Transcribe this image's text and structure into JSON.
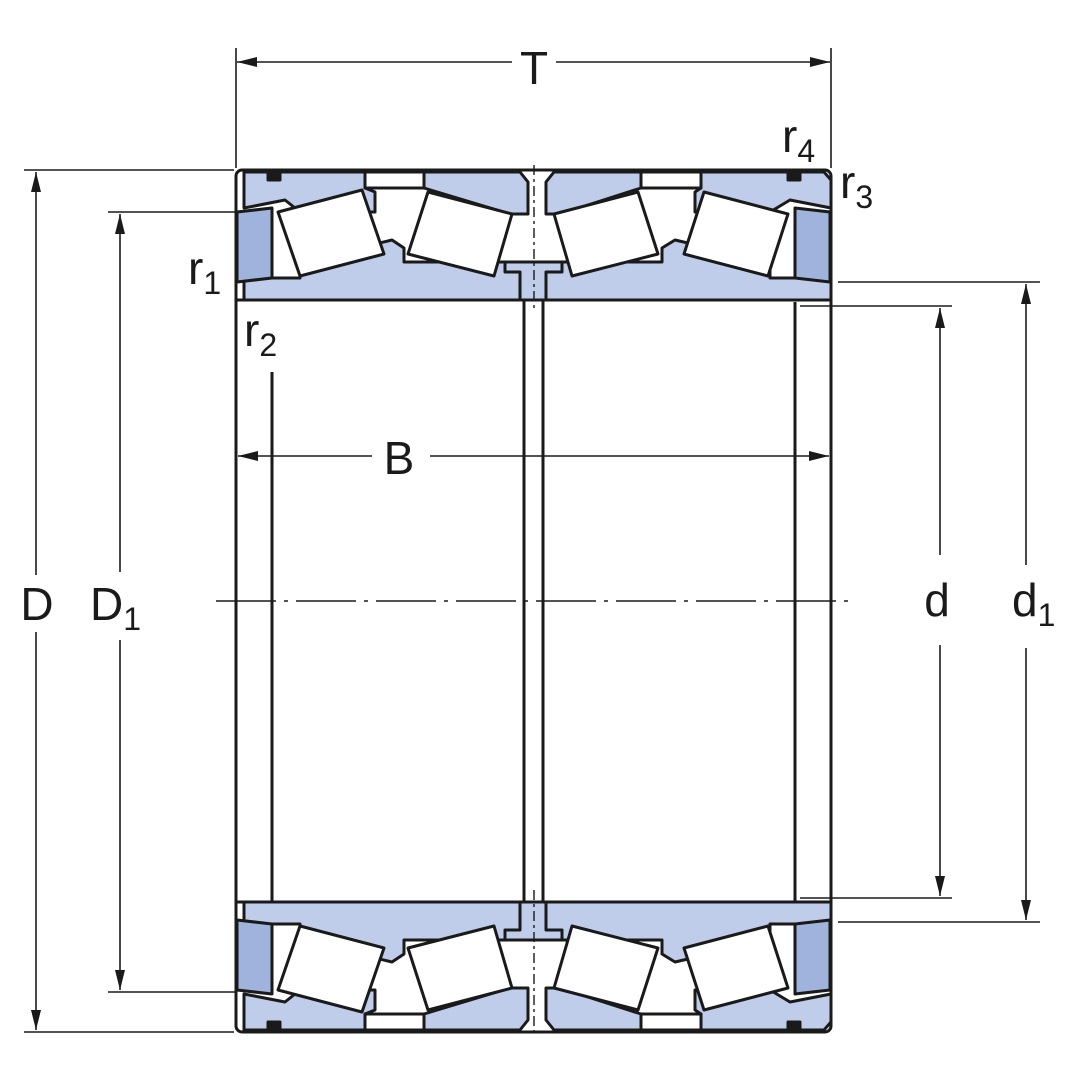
{
  "dimensions": {
    "T": "T",
    "r4": {
      "base": "r",
      "sub": "4"
    },
    "r3": {
      "base": "r",
      "sub": "3"
    },
    "r1": {
      "base": "r",
      "sub": "1"
    },
    "r2": {
      "base": "r",
      "sub": "2"
    },
    "B": "B",
    "D": "D",
    "D1": {
      "base": "D",
      "sub": "1"
    },
    "d": "d",
    "d1": {
      "base": "d",
      "sub": "1"
    }
  },
  "colors": {
    "line": "#1a1a1a",
    "ring_fill": "#bfcdea",
    "roller_fill": "#ffffff",
    "seal_fill": "#9fb3dc"
  }
}
